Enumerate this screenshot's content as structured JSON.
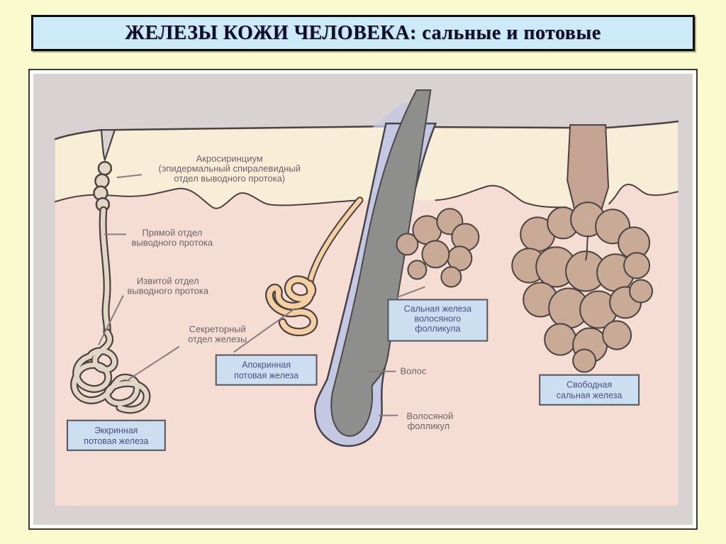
{
  "title": {
    "text": "ЖЕЛЕЗЫ КОЖИ ЧЕЛОВЕКА: сальные и потовые"
  },
  "palette": {
    "page-bg": "#fafacf",
    "title-bg": "#cdeaf9",
    "title-text": "#0c0c2e",
    "panel-border": "#3a3a3a",
    "air-gray": "#d9d2d3",
    "epidermis": "#f8eed8",
    "dermis": "#f6ddd3",
    "outline": "#4b433f",
    "tube-beige": "#e3d6c6",
    "apocrine-peach": "#f6d0a4",
    "hair-gray": "#8e8e8c",
    "hair-outline": "#4c4a48",
    "follicle-lavender": "#c5c8e2",
    "sebaceous-tan": "#c9aa97",
    "leader": "#8b7d7d",
    "infobox-bg": "#cbdff0",
    "infobox-border": "#54545e",
    "infobox-text": "#4b5086",
    "label-text": "#6f6167"
  },
  "diagram": {
    "labels": {
      "acrosyringium": {
        "line1": "Акросиринциум",
        "line2": "(эпидермальный спиралевидный",
        "line3": "отдел выводного протока)"
      },
      "straight_duct": {
        "line1": "Прямой отдел",
        "line2": "выводного протока"
      },
      "convoluted_duct": {
        "line1": "Извитой отдел",
        "line2": "выводного протока"
      },
      "secretory_section": {
        "line1": "Секреторный",
        "line2": "отдел железы"
      },
      "hair": {
        "line1": "Волос"
      },
      "hair_follicle": {
        "line1": "Волосяной",
        "line2": "фолликул"
      }
    },
    "boxes": {
      "apocrine_gland": {
        "line1": "Апокринная",
        "line2": "потовая железа"
      },
      "follicle_sebaceous_gland": {
        "line1": "Сальная железа",
        "line2": "волосяного",
        "line3": "фолликула"
      },
      "free_sebaceous_gland": {
        "line1": "Свободная",
        "line2": "сальная железа"
      },
      "eccrine_gland": {
        "line1": "Эккринная",
        "line2": "потовая железа"
      }
    }
  }
}
